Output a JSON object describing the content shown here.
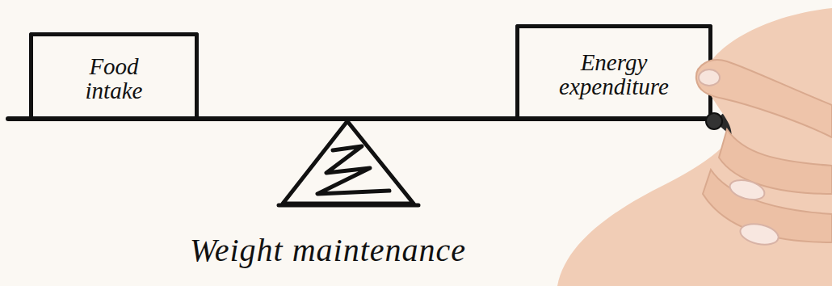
{
  "diagram": {
    "nodes": [
      {
        "text": [
          "Food intake"
        ]
      },
      {
        "text": [
          "Energy expenditure"
        ]
      }
    ],
    "labels": [
      "Weight maintenance"
    ]
  }
}
